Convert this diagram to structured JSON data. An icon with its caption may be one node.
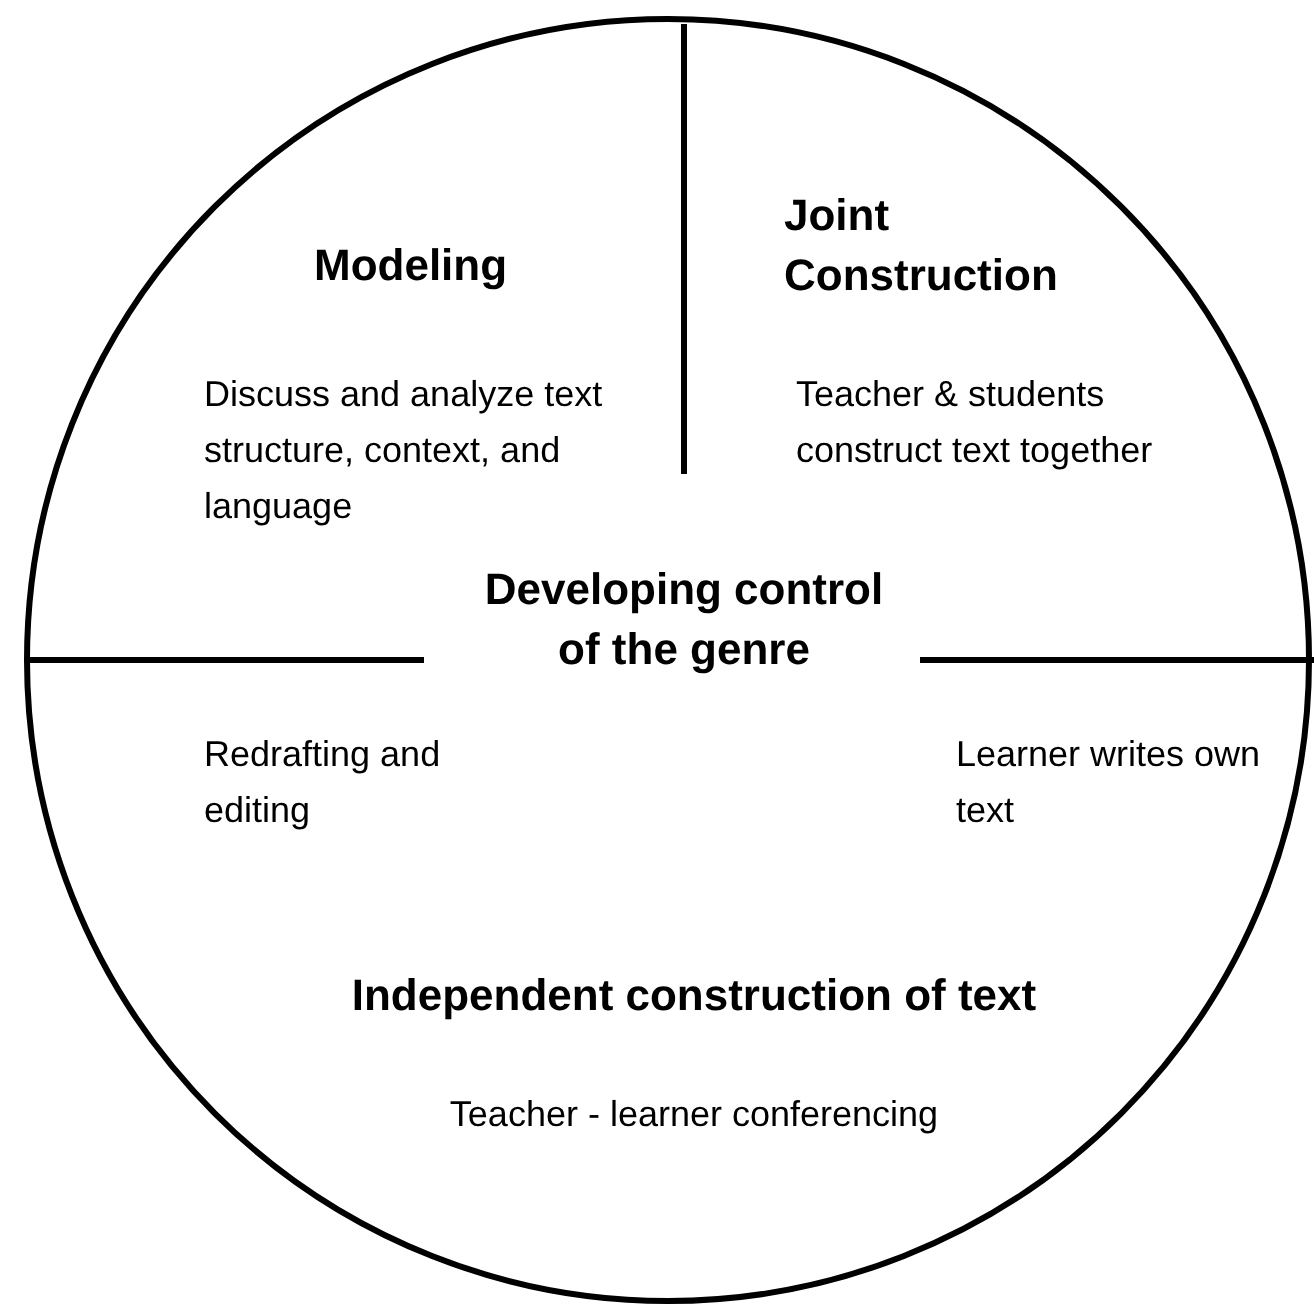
{
  "diagram": {
    "nodes": [
      {
        "text": [],
        "shape": "circle"
      },
      {
        "text": [
          "Modeling",
          "Discuss and analyze text structure, context, and language"
        ],
        "in": 0
      },
      {
        "text": [
          "Joint Construction",
          "Teacher & students construct text together"
        ],
        "in": 0
      },
      {
        "text": [
          "Independent construction of text",
          "Redrafting and editing",
          "Learner writes own text",
          "Teacher - learner conferencing"
        ],
        "in": 0
      }
    ],
    "edges": [],
    "labels": [
      "Developing control of the genre"
    ]
  }
}
